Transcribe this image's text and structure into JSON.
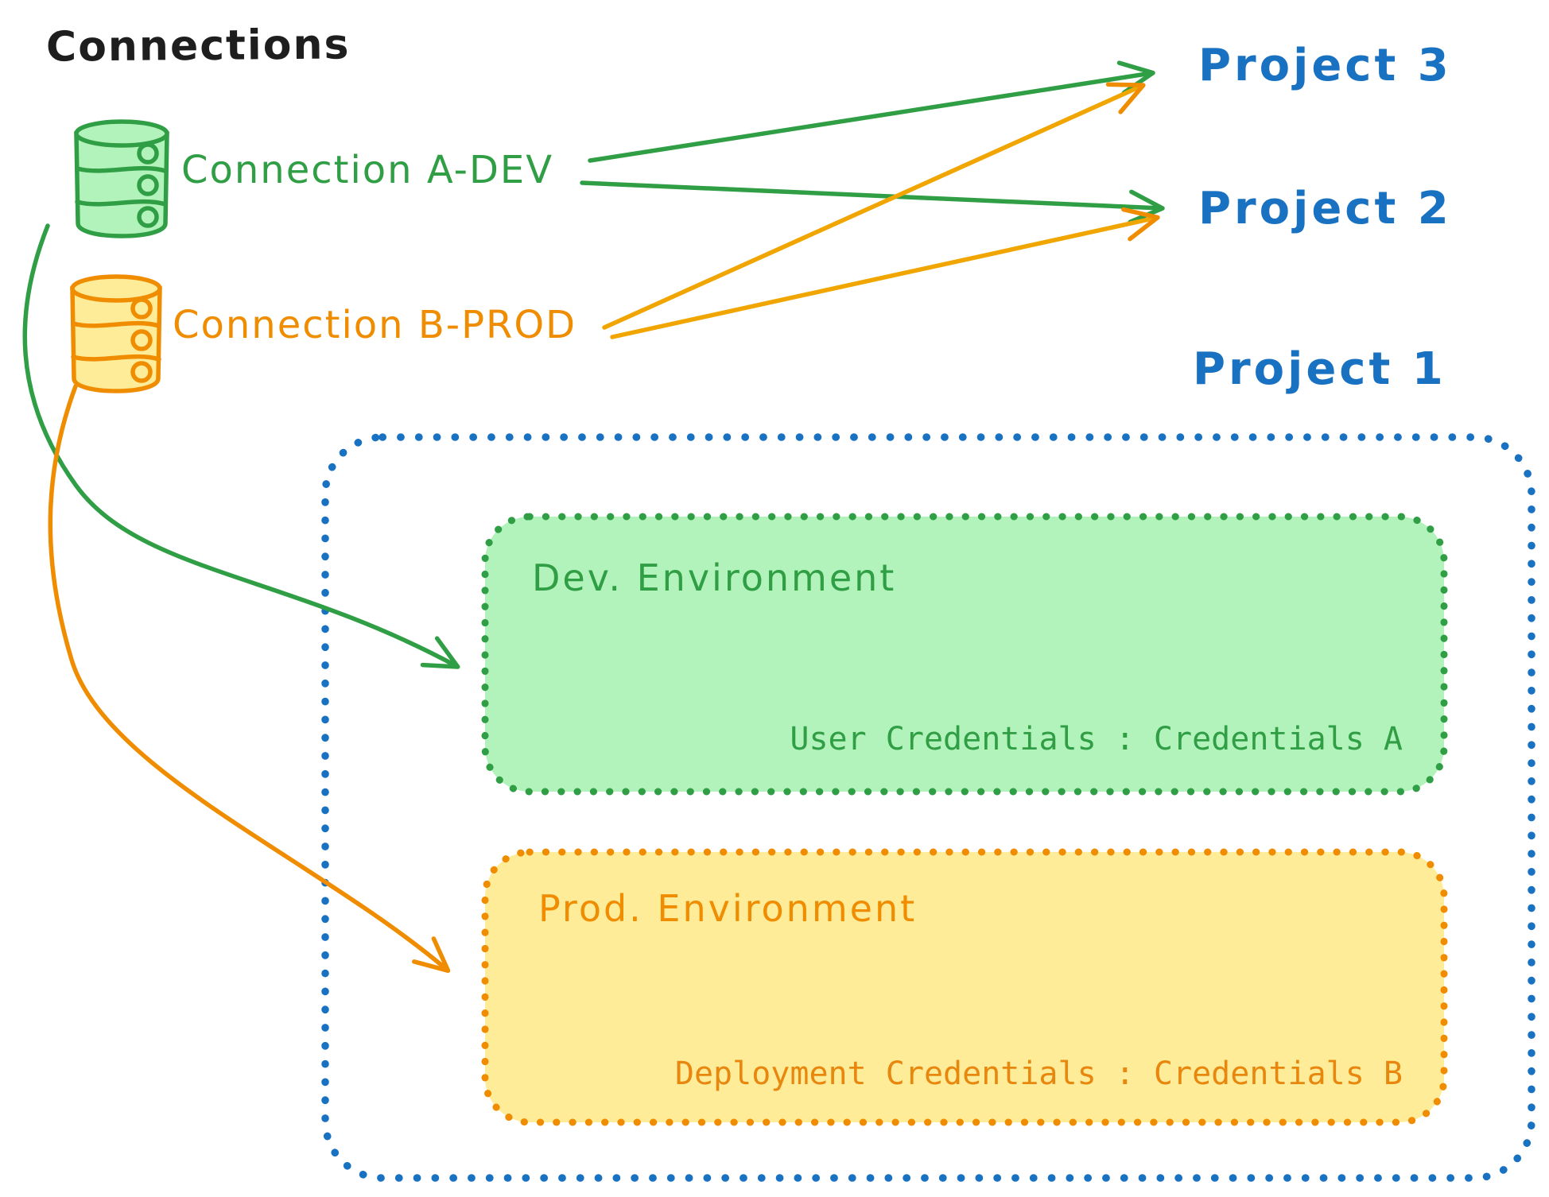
{
  "header": {
    "title": "Connections"
  },
  "palette": {
    "black": "#1e1e1e",
    "green_stroke": "#2f9e44",
    "green_fill": "#b2f2bb",
    "orange_stroke": "#f08c00",
    "orange_fill": "#ffec99",
    "blue": "#1971c2"
  },
  "connections": [
    {
      "label": "Connection A-DEV",
      "icon": "database-cylinder-icon",
      "color": "#2f9e44"
    },
    {
      "label": "Connection B-PROD",
      "icon": "database-cylinder-icon",
      "color": "#f08c00"
    }
  ],
  "projects": [
    {
      "label": "Project 3"
    },
    {
      "label": "Project 2"
    },
    {
      "label": "Project 1"
    }
  ],
  "project1": {
    "dev_environment": {
      "title": "Dev. Environment",
      "credentials": "User Credentials : Credentials A"
    },
    "prod_environment": {
      "title": "Prod. Environment",
      "credentials": "Deployment Credentials : Credentials B"
    }
  },
  "edges": [
    {
      "from": "Connection A-DEV",
      "to": "Project 3"
    },
    {
      "from": "Connection A-DEV",
      "to": "Project 2"
    },
    {
      "from": "Connection B-PROD",
      "to": "Project 3"
    },
    {
      "from": "Connection B-PROD",
      "to": "Project 2"
    },
    {
      "from": "Connection A-DEV",
      "to": "Dev. Environment (Project 1)"
    },
    {
      "from": "Connection B-PROD",
      "to": "Prod. Environment (Project 1)"
    }
  ]
}
